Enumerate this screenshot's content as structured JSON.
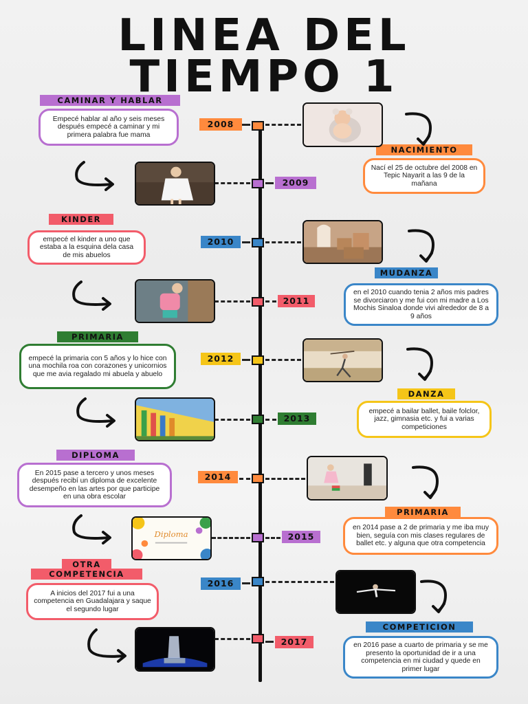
{
  "title": {
    "line1": "LINEA DEL",
    "line2": "TIEMPO 1"
  },
  "colors": {
    "purple": "#b86fd0",
    "orange": "#ff8a3d",
    "blue": "#3a86c8",
    "red": "#f25c6a",
    "yellow": "#f5c518",
    "green": "#2f7d32"
  },
  "events": [
    {
      "year": "2008",
      "label": "NACIMIENTO",
      "text": "Nací el 25 de octubre del 2008 en Tepic Nayarit a las 9 de la mañana",
      "image": "baby-photo"
    },
    {
      "year": "2008",
      "label": "CAMINAR Y HABLAR",
      "text": "Empecé  hablar al año y seis meses después empecé a caminar y mi primera palabra fue mama",
      "image": "girl-walking-photo"
    },
    {
      "year": "2009",
      "label": "",
      "text": "",
      "image": ""
    },
    {
      "year": "2010",
      "label": "KINDER",
      "text": "empecé el kinder a uno que estaba a la esquina dela casa de mis abuelos",
      "image": ""
    },
    {
      "year": "2010",
      "label": "MUDANZA",
      "text": "en el 2010 cuando tenia 2 años mis padres se divorciaron y me fui con mi madre a Los Mochis Sinaloa donde vivi alrededor de 8 a 9 años",
      "image": "moving-boxes-photo"
    },
    {
      "year": "2012",
      "label": "PRIMARIA",
      "text": "empecé la primaria con 5 años y lo hice con una mochila roa con corazones y unicornios que me avia regalado mi abuela y abuelo",
      "image": ""
    },
    {
      "year": "2012",
      "label": "DANZA",
      "text": "empecé a bailar ballet, baile folclor, jazz, gimnasia etc. y fui a varias competiciones",
      "image": "ballet-photo"
    },
    {
      "year": "2014",
      "label": "DIPLOMA",
      "text": "En 2015 pase a tercero  y unos meses después recibí un diploma de excelente desempeño en las artes  por que participe en una obra escolar",
      "image": ""
    },
    {
      "year": "2014",
      "label": "PRIMARIA",
      "text": "en 2014 pase a 2 de primaria y me iba muy bien, seguía con mis clases regulares de ballet etc. y alguna que otra competencia",
      "image": ""
    },
    {
      "year": "2016",
      "label": "OTRA COMPETENCIA",
      "text": "A inicios del 2017 fui a una competencia en Guadalajara y saque el segundo lugar",
      "image": ""
    },
    {
      "year": "2016",
      "label": "COMPETICION",
      "text": "en 2016 pase a cuarto de primaria y se me presento la oportunidad de ir a una competencia en mi ciudad y quede en primer lugar",
      "image": ""
    }
  ],
  "years": [
    "2008",
    "2009",
    "2010",
    "2011",
    "2012",
    "2013",
    "2014",
    "2015",
    "2016",
    "2017"
  ],
  "labels": {
    "nacimiento": "NACIMIENTO",
    "caminar": "CAMINAR Y HABLAR",
    "kinder": "KINDER",
    "mudanza": "MUDANZA",
    "primaria1": "PRIMARIA",
    "danza": "DANZA",
    "diploma": "DIPLOMA",
    "primaria2": "PRIMARIA",
    "otra1": "OTRA",
    "otra2": "COMPETENCIA",
    "competicion": "COMPETICION"
  },
  "texts": {
    "nacimiento": "Nací el 25 de octubre del 2008 en Tepic Nayarit a las 9 de la mañana",
    "caminar": "Empecé  hablar al año y seis meses después empecé a caminar y mi primera palabra fue mama",
    "kinder": "empecé el kinder a uno que estaba a la esquina dela casa de mis abuelos",
    "mudanza": "en el 2010 cuando tenia 2 años mis padres se divorciaron y me fui con mi madre a Los Mochis Sinaloa donde vivi alrededor de 8 a 9 años",
    "primaria1": "empecé la primaria con 5 años y lo hice con una mochila roa con corazones y unicornios que me avia regalado mi abuela y abuelo",
    "danza": "empecé a bailar ballet, baile folclor, jazz, gimnasia etc. y fui a varias competiciones",
    "diploma": "En 2015 pase a tercero  y unos meses después recibí un diploma de excelente desempeño en las artes  por que participe en una obra escolar",
    "primaria2": "en 2014 pase a 2 de primaria y me iba muy bien, seguía con mis clases regulares de ballet etc. y alguna que otra competencia",
    "otra": "A inicios del 2017 fui a una competencia en Guadalajara y saque el segundo lugar",
    "competicion": "en 2016 pase a cuarto de primaria y se me presento la oportunidad de ir a una competencia en mi ciudad y quede en primer lugar"
  },
  "diploma_image": {
    "title": "Diploma"
  }
}
